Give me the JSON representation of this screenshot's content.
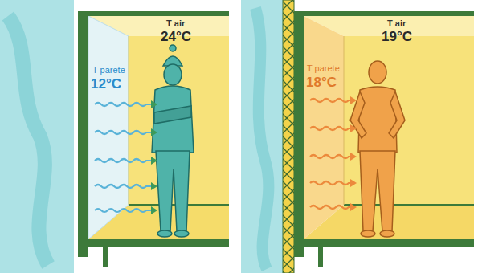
{
  "diagram": {
    "labels": [
      "T air",
      "24°C",
      "T parete",
      "12°C",
      "T air",
      "19°C",
      "T parete",
      "18°C"
    ]
  }
}
